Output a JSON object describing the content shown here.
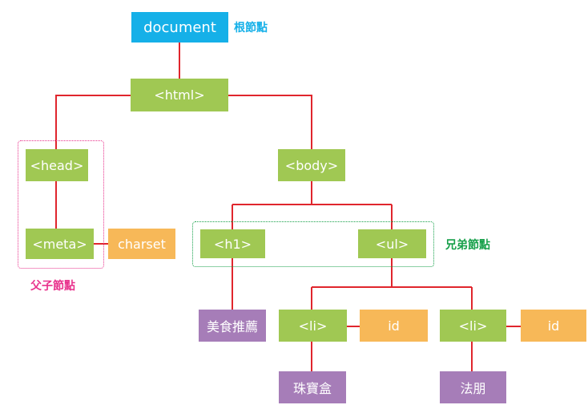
{
  "colors": {
    "line": "#e0262d",
    "element": "#a0c853",
    "attribute": "#f7b858",
    "text": "#a67db8",
    "root": "#15b0e8",
    "root_label": "#15b0e8",
    "parent_child_label": "#e8318c",
    "sibling_label": "#17a04a"
  },
  "nodes": {
    "document": "document",
    "html": "<html>",
    "head": "<head>",
    "meta": "<meta>",
    "charset": "charset",
    "body": "<body>",
    "h1": "<h1>",
    "ul": "<ul>",
    "h1_text": "美食推薦",
    "li1": "<li>",
    "li1_id": "id",
    "li2": "<li>",
    "li2_id": "id",
    "li1_text": "珠寶盒",
    "li2_text": "法朋"
  },
  "annotations": {
    "root": "根節點",
    "parent_child": "父子節點",
    "sibling": "兄弟節點"
  }
}
